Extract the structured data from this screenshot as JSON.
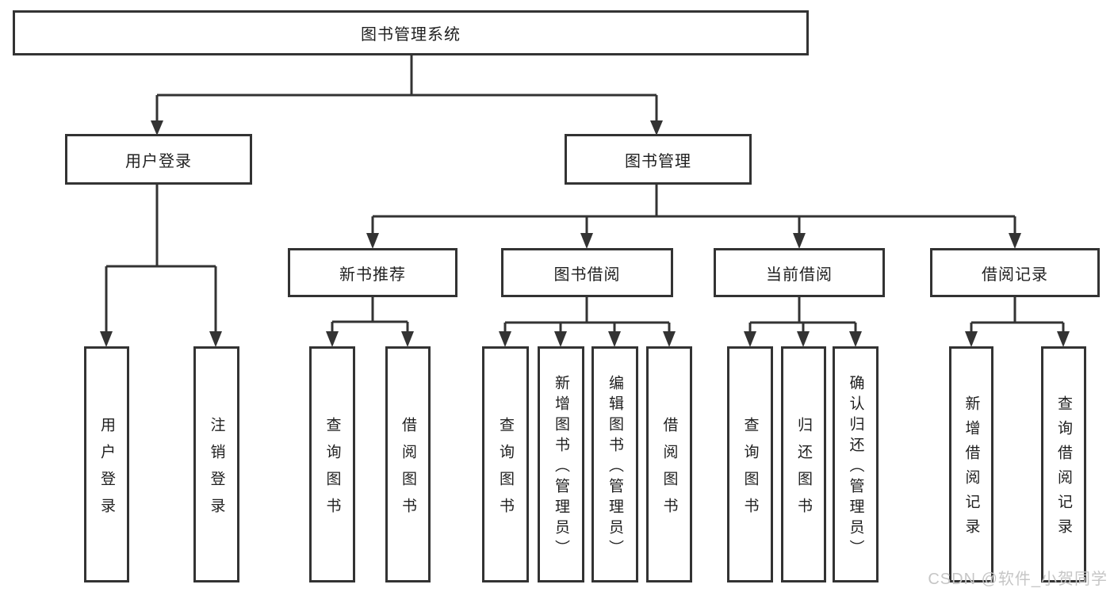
{
  "root": {
    "label": "图书管理系统"
  },
  "branches": [
    {
      "label": "用户登录",
      "leaves": [
        {
          "label": "用户登录"
        },
        {
          "label": "注销登录"
        }
      ]
    },
    {
      "label": "图书管理",
      "sections": [
        {
          "label": "新书推荐",
          "leaves": [
            {
              "label": "查询图书"
            },
            {
              "label": "借阅图书"
            }
          ]
        },
        {
          "label": "图书借阅",
          "leaves": [
            {
              "label": "查询图书"
            },
            {
              "label": "新增图书（管理员）"
            },
            {
              "label": "编辑图书（管理员）"
            },
            {
              "label": "借阅图书"
            }
          ]
        },
        {
          "label": "当前借阅",
          "leaves": [
            {
              "label": "查询图书"
            },
            {
              "label": "归还图书"
            },
            {
              "label": "确认归还（管理员）"
            }
          ]
        },
        {
          "label": "借阅记录",
          "leaves": [
            {
              "label": "新增借阅记录"
            },
            {
              "label": "查询借阅记录"
            }
          ]
        }
      ]
    }
  ],
  "watermark": {
    "text": "CSDN @软件_小贺同学",
    "color": "#c6c6c6"
  },
  "colors": {
    "line": "#333333",
    "box_border": "#333333",
    "box_background": "#ffffff",
    "text": "#1f1f1f",
    "page_background": "#ffffff"
  }
}
